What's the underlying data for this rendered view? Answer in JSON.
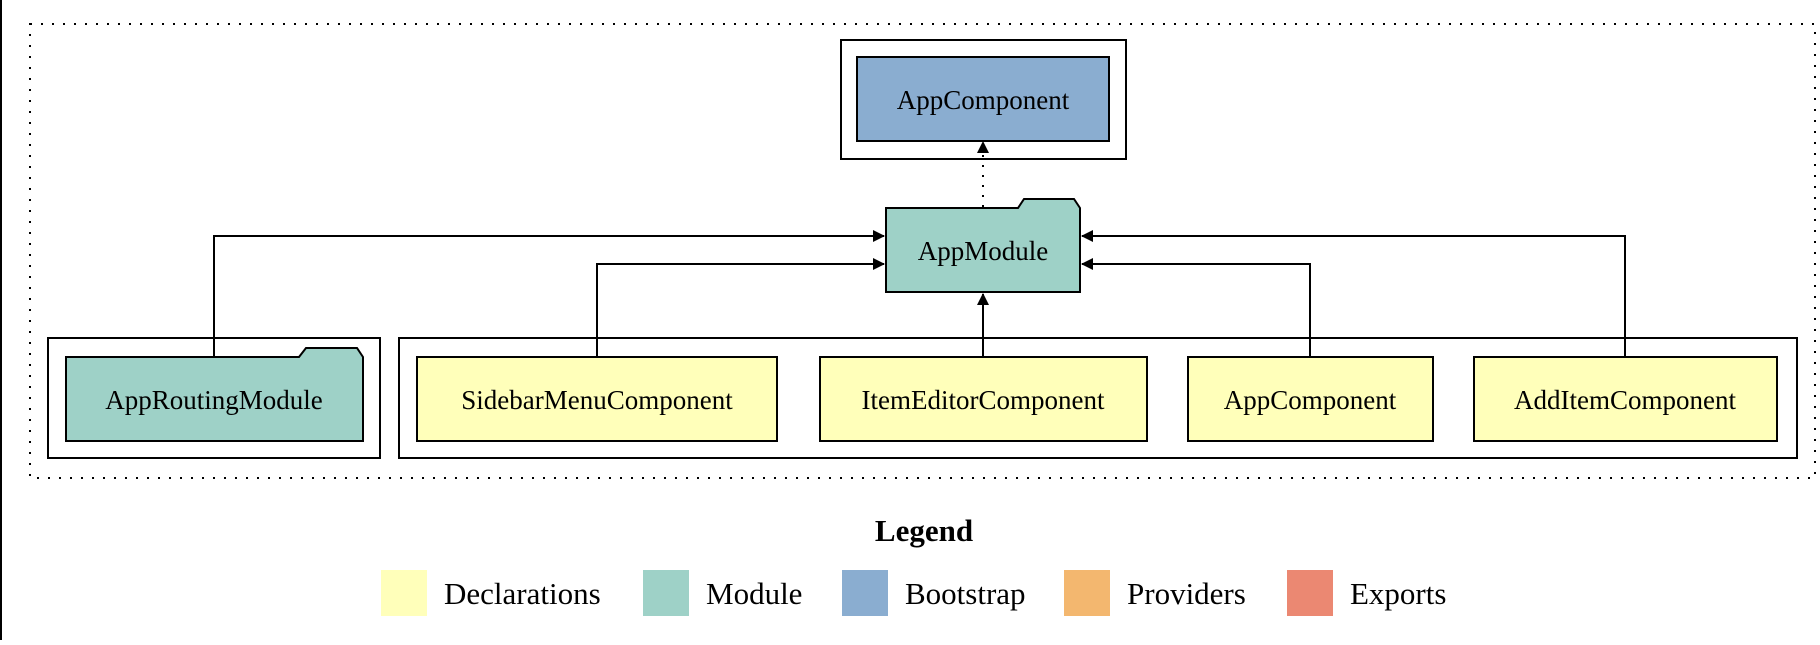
{
  "colors": {
    "declarations": "#FFFFBA",
    "module": "#9ED1C7",
    "bootstrap": "#8AADD0",
    "providers": "#F3B76F",
    "exports": "#EB8872",
    "stroke": "#000000"
  },
  "nodes": {
    "bootstrap_component": "AppComponent",
    "app_module": "AppModule",
    "app_routing_module": "AppRoutingModule",
    "sidebar_menu_component": "SidebarMenuComponent",
    "item_editor_component": "ItemEditorComponent",
    "app_component": "AppComponent",
    "add_item_component": "AddItemComponent"
  },
  "legend": {
    "title": "Legend",
    "items": [
      {
        "label": "Declarations",
        "color": "#FFFFBA"
      },
      {
        "label": "Module",
        "color": "#9ED1C7"
      },
      {
        "label": "Bootstrap",
        "color": "#8AADD0"
      },
      {
        "label": "Providers",
        "color": "#F3B76F"
      },
      {
        "label": "Exports",
        "color": "#EB8872"
      }
    ]
  }
}
